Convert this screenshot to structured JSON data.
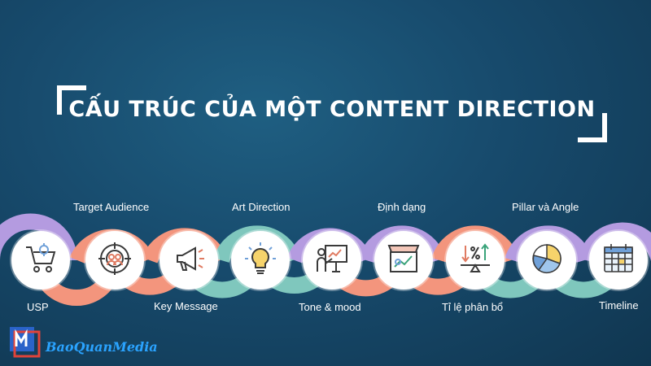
{
  "title": "CẤU TRÚC CỦA MỘT CONTENT DIRECTION",
  "steps": [
    {
      "label": "USP",
      "icon": "shopping-cart-icon",
      "label_position": "bottom"
    },
    {
      "label": "Target Audience",
      "icon": "target-audience-icon",
      "label_position": "top"
    },
    {
      "label": "Key Message",
      "icon": "megaphone-icon",
      "label_position": "bottom"
    },
    {
      "label": "Art Direction",
      "icon": "lightbulb-icon",
      "label_position": "top"
    },
    {
      "label": "Tone & mood",
      "icon": "presentation-board-icon",
      "label_position": "bottom"
    },
    {
      "label": "Định dạng",
      "icon": "storefront-analytics-icon",
      "label_position": "top"
    },
    {
      "label": "Tỉ lệ phân bổ",
      "icon": "percentage-balance-icon",
      "label_position": "bottom"
    },
    {
      "label": "Pillar và Angle",
      "icon": "pie-chart-icon",
      "label_position": "top"
    },
    {
      "label": "Timeline",
      "icon": "calendar-icon",
      "label_position": "bottom"
    }
  ],
  "colors": {
    "background": "#174a6c",
    "purple": "#b49be0",
    "salmon": "#f3957d",
    "teal": "#7fc7bd",
    "title": "#ffffff"
  },
  "brand": {
    "name": "BaoQuanMedia"
  }
}
